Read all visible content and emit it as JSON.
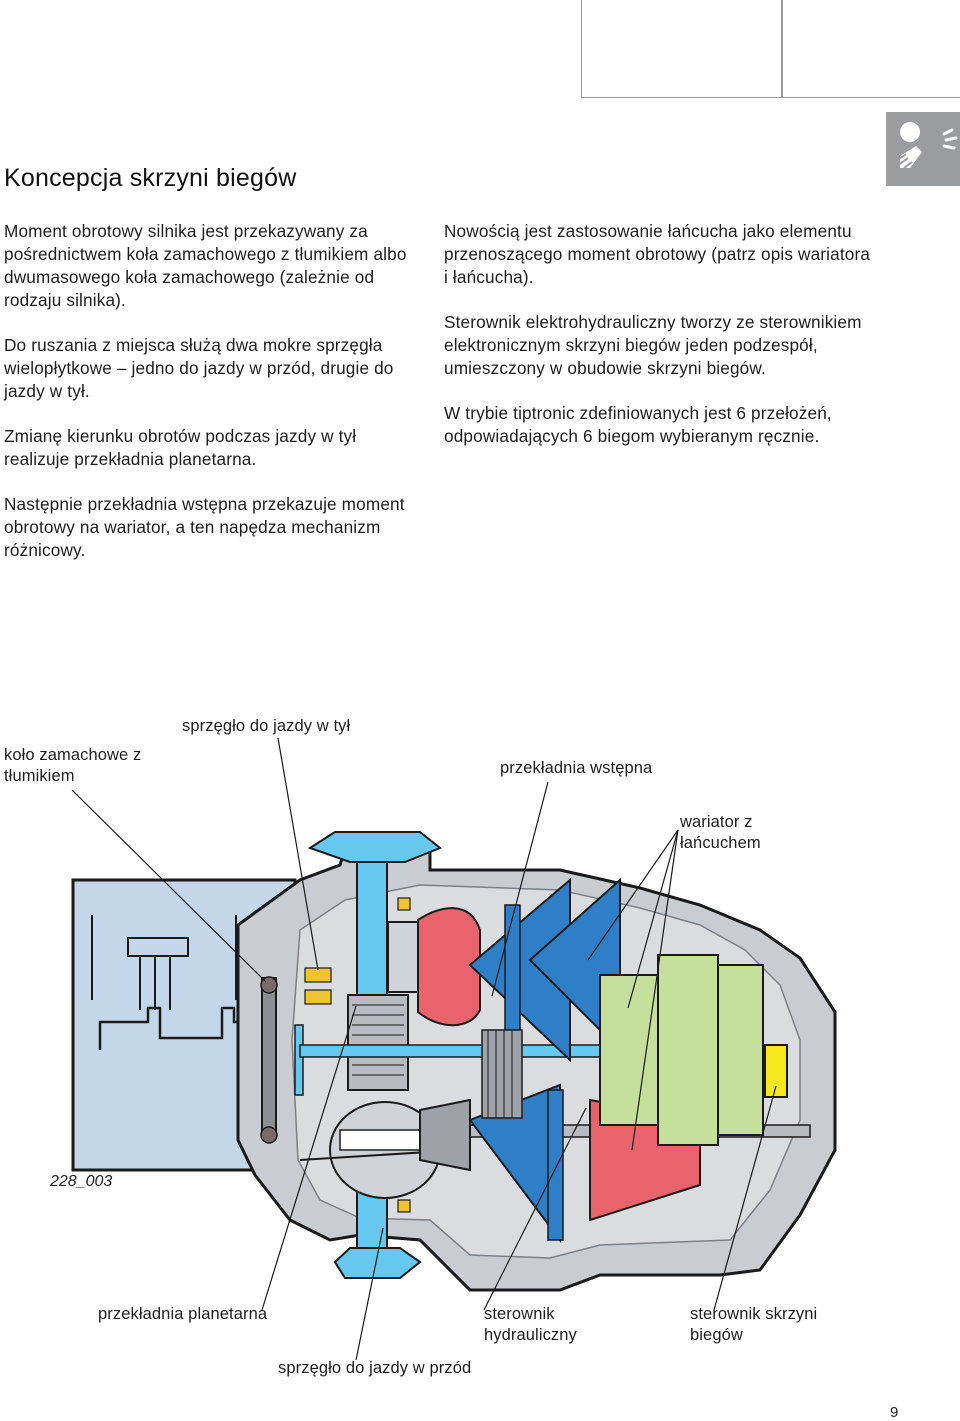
{
  "title": "Koncepcja skrzyni biegów",
  "left_paragraphs": [
    "Moment obrotowy silnika jest przekazywany za pośrednictwem koła zamachowego z tłumikiem albo dwumasowego koła zamachowego (zależnie od rodzaju silnika).",
    "Do ruszania z miejsca służą dwa mokre sprzęgła wielopłytkowe – jedno do jazdy w przód, drugie do jazdy w tył.",
    "Zmianę kierunku obrotów podczas jazdy w tył realizuje przekładnia planetarna.",
    "Następnie przekładnia wstępna przekazuje moment obrotowy na wariator, a ten napędza mechanizm różnicowy."
  ],
  "right_paragraphs": [
    "Nowością jest zastosowanie łańcucha jako elementu przenoszącego moment obrotowy (patrz opis wariatora i łańcucha).",
    "Sterownik elektrohydrauliczny tworzy ze sterownikiem elektronicznym skrzyni biegów jeden podzespół, umieszczony w obudowie skrzyni biegów.",
    "W trybie tiptronic zdefiniowanych jest 6 przełożeń, odpowiadających 6 biegom wybieranym ręcznie."
  ],
  "labels": {
    "flywheel": "koło zamachowe z tłumikiem",
    "reverse_clutch": "sprzęgło do jazdy w tył",
    "primary_gear": "przekładnia wstępna",
    "variator": "wariator z łańcuchem",
    "planetary": "przekładnia planetarna",
    "hydraulic_controller": "sterownik hydrauliczny",
    "gearbox_controller": "sterownik skrzyni biegów",
    "forward_clutch": "sprzęgło do jazdy w przód"
  },
  "figure_code": "228_003",
  "page_number": "9",
  "icons": {
    "tip": "hand-pointer-icon"
  },
  "colors": {
    "housing": "#c9ccd1",
    "engine_block": "#c3d6ea",
    "shaft_blue": "#66c8ef",
    "pulley_blue": "#2f7fc8",
    "pulley_red": "#e8636b",
    "controller_green": "#c5e09a",
    "controller_yellow": "#f6e81c"
  }
}
